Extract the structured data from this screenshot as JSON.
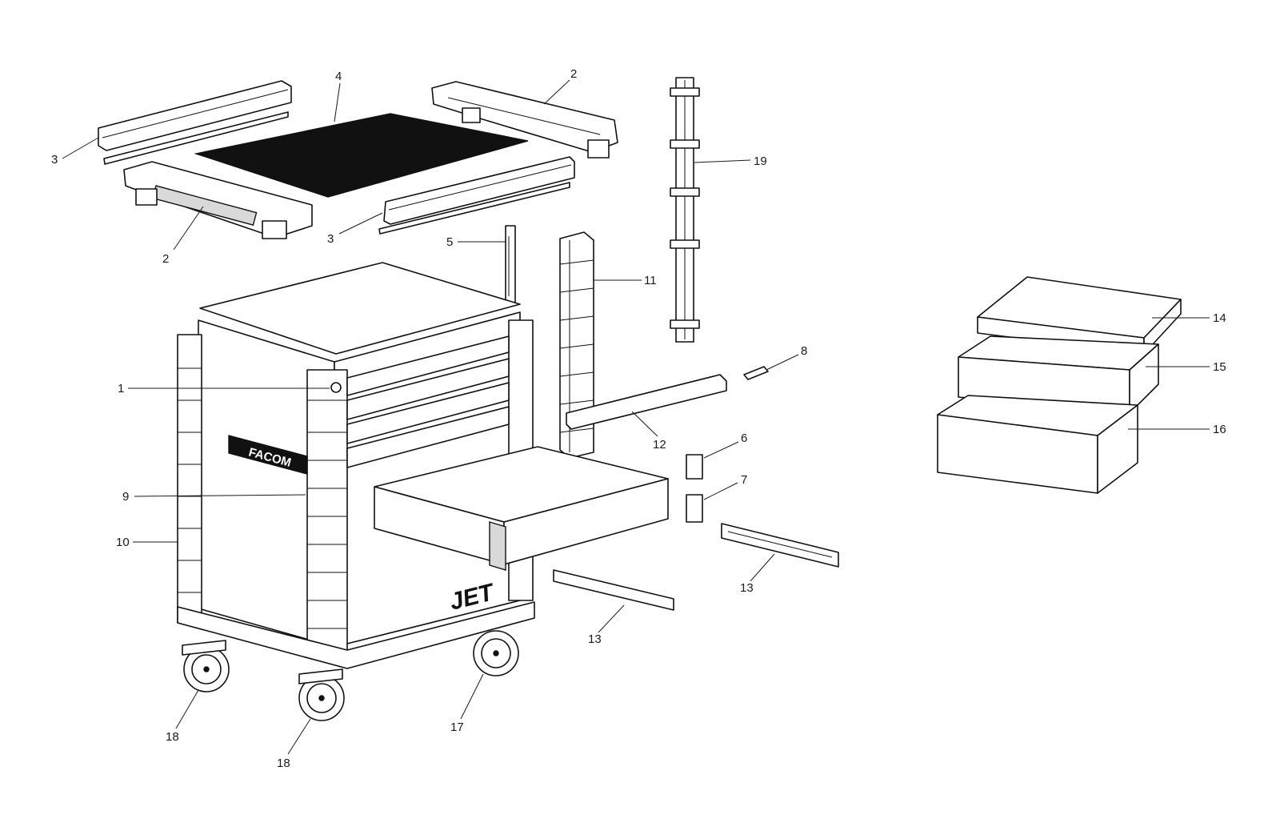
{
  "diagram": {
    "callouts": [
      {
        "id": "c1",
        "label": "1"
      },
      {
        "id": "c2a",
        "label": "2"
      },
      {
        "id": "c2b",
        "label": "2"
      },
      {
        "id": "c3a",
        "label": "3"
      },
      {
        "id": "c3b",
        "label": "3"
      },
      {
        "id": "c4",
        "label": "4"
      },
      {
        "id": "c5",
        "label": "5"
      },
      {
        "id": "c6",
        "label": "6"
      },
      {
        "id": "c7",
        "label": "7"
      },
      {
        "id": "c8",
        "label": "8"
      },
      {
        "id": "c9",
        "label": "9"
      },
      {
        "id": "c10",
        "label": "10"
      },
      {
        "id": "c11",
        "label": "11"
      },
      {
        "id": "c12",
        "label": "12"
      },
      {
        "id": "c13a",
        "label": "13"
      },
      {
        "id": "c13b",
        "label": "13"
      },
      {
        "id": "c14",
        "label": "14"
      },
      {
        "id": "c15",
        "label": "15"
      },
      {
        "id": "c16",
        "label": "16"
      },
      {
        "id": "c17",
        "label": "17"
      },
      {
        "id": "c18a",
        "label": "18"
      },
      {
        "id": "c18b",
        "label": "18"
      },
      {
        "id": "c19",
        "label": "19"
      }
    ],
    "brand_logo_text": "FACOM",
    "model_logo_text": "JET"
  }
}
